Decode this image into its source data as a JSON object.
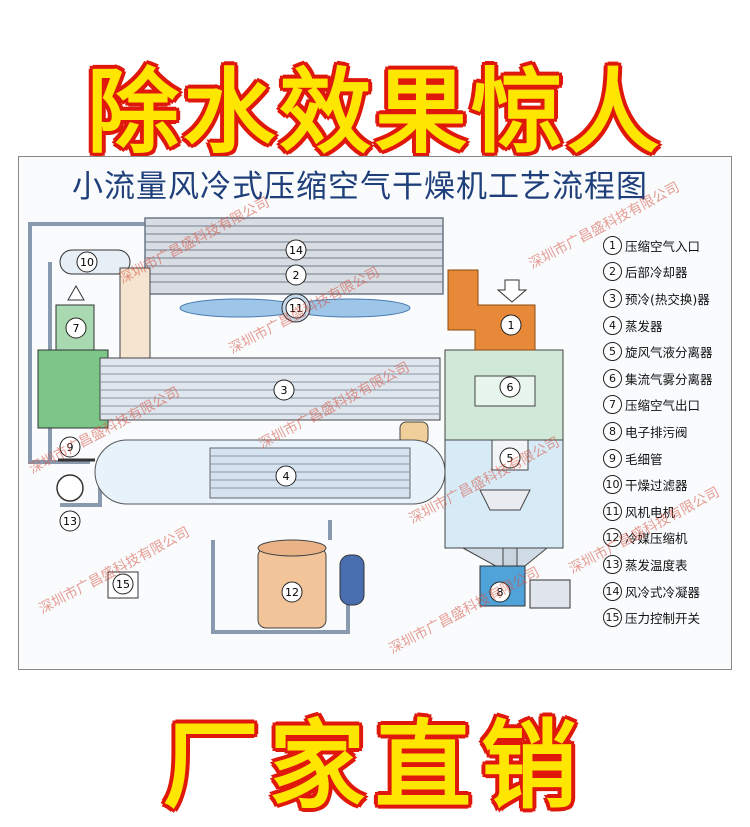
{
  "banners": {
    "top": "除水效果惊人",
    "bottom": "厂家直销"
  },
  "diagram": {
    "title": "小流量风冷式压缩空气干燥机工艺流程图"
  },
  "legend": [
    {
      "num": "1",
      "label": "压缩空气入口"
    },
    {
      "num": "2",
      "label": "后部冷却器"
    },
    {
      "num": "3",
      "label": "预冷(热交换)器"
    },
    {
      "num": "4",
      "label": "蒸发器"
    },
    {
      "num": "5",
      "label": "旋风气液分离器"
    },
    {
      "num": "6",
      "label": "集流气雾分离器"
    },
    {
      "num": "7",
      "label": "压缩空气出口"
    },
    {
      "num": "8",
      "label": "电子排污阀"
    },
    {
      "num": "9",
      "label": "毛细管"
    },
    {
      "num": "10",
      "label": "干燥过滤器"
    },
    {
      "num": "11",
      "label": "风机电机"
    },
    {
      "num": "12",
      "label": "冷媒压缩机"
    },
    {
      "num": "13",
      "label": "蒸发温度表"
    },
    {
      "num": "14",
      "label": "风冷式冷凝器"
    },
    {
      "num": "15",
      "label": "压力控制开关"
    }
  ],
  "watermark": "深圳市广昌盛科技有限公司",
  "colors": {
    "banner_fill": "#ffe600",
    "banner_outline": "#e0180c",
    "title": "#1f3f7a",
    "air_inlet": "#e8893a",
    "air_outlet": "#7cc68a"
  }
}
